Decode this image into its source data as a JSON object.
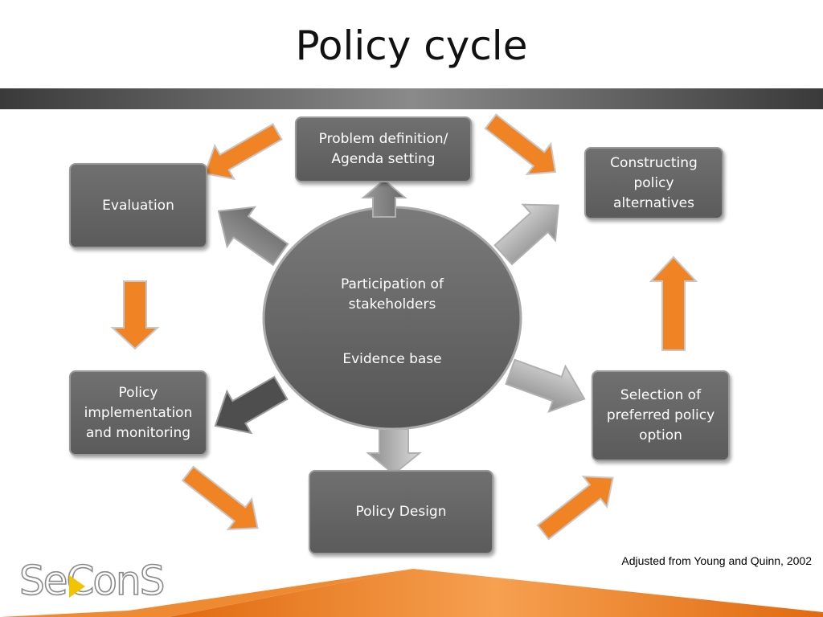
{
  "slide": {
    "title": "Policy cycle",
    "citation": "Adjusted from Young and Quinn, 2002"
  },
  "diagram": {
    "center": {
      "line1": "Participation of\nstakeholders",
      "line2": "Evidence base"
    },
    "stages": {
      "problem": "Problem definition/\nAgenda setting",
      "constructing": "Constructing\npolicy\nalternatives",
      "selection": "Selection of\npreferred policy\noption",
      "design": "Policy Design",
      "implementation": "Policy\nimplementation\nand monitoring",
      "evaluation": "Evaluation"
    }
  },
  "logo": {
    "text": "SeConS"
  },
  "colors": {
    "arrow_orange": "#f08424",
    "box_gray": "#5f5f5f",
    "footer_orange": "#e8781c"
  }
}
